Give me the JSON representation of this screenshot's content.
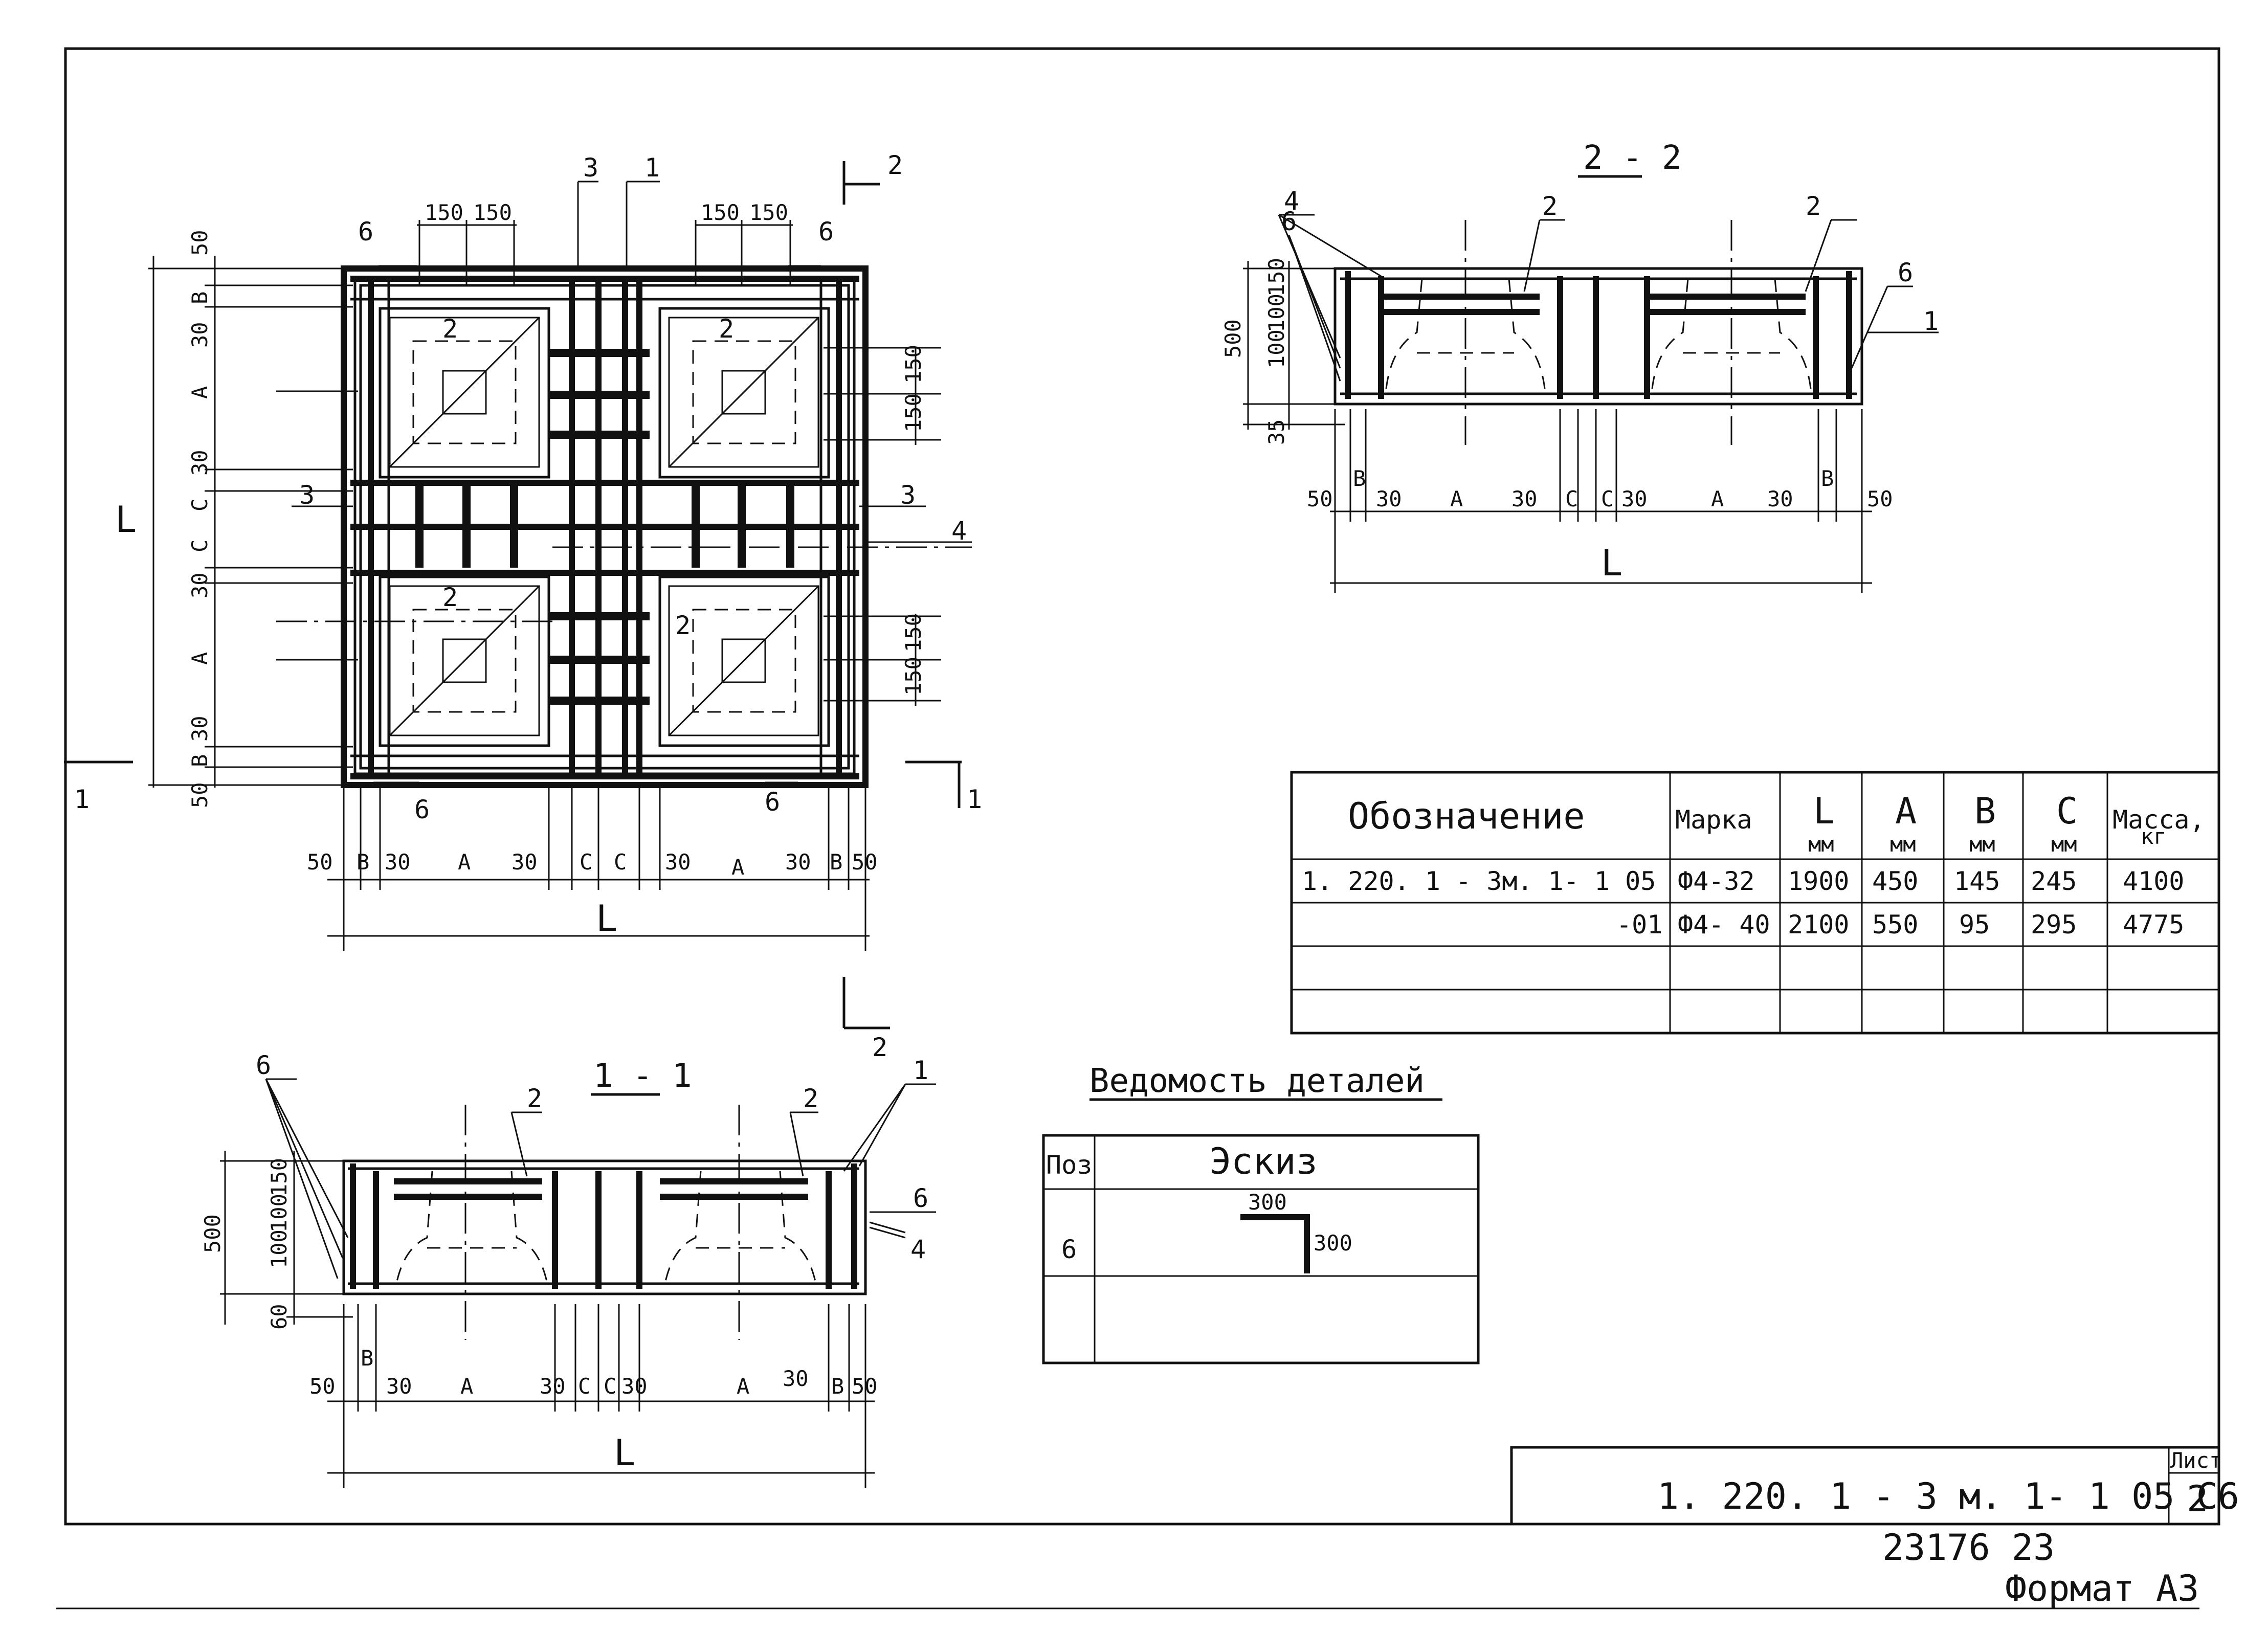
{
  "plan": {
    "labels": {
      "six": "6",
      "two": "2",
      "three": "3",
      "one": "1",
      "four": "4",
      "L": "L",
      "A": "A",
      "B": "B",
      "C": "C"
    },
    "dims": {
      "d50": "50",
      "d30": "30",
      "d150": "150",
      "d100": "100",
      "d60": "60",
      "d35": "35",
      "d500": "500"
    },
    "cut_marks": {
      "s1": "1",
      "s2": "2"
    }
  },
  "section_titles": {
    "sec22": "2 - 2",
    "sec11": "1 - 1"
  },
  "spec_table": {
    "headers": [
      "Обозначение",
      "Марка",
      "L",
      "A",
      "B",
      "C",
      "Масса,"
    ],
    "units": [
      "",
      "",
      "мм",
      "мм",
      "мм",
      "мм",
      "кг"
    ],
    "rows": [
      [
        "1. 220. 1 - 3м. 1- 1   05",
        "Ф4-32",
        "1900",
        "450",
        "145",
        "245",
        "4100"
      ],
      [
        "-01",
        "Ф4- 40",
        "2100",
        "550",
        "95",
        "295",
        "4775"
      ],
      [
        "",
        "",
        "",
        "",
        "",
        "",
        ""
      ],
      [
        "",
        "",
        "",
        "",
        "",
        "",
        ""
      ]
    ]
  },
  "details": {
    "title": "Ведомость деталей",
    "headers": [
      "Поз",
      "Эскиз"
    ],
    "row_pos": "6",
    "dim_h": "300",
    "dim_v": "300"
  },
  "title_block": {
    "code": "1. 220. 1 - 3 м. 1- 1     05 С6",
    "sheet_label": "Лист",
    "sheet_no": "2",
    "inventory": "23176   23",
    "format": "Формат  А3"
  }
}
